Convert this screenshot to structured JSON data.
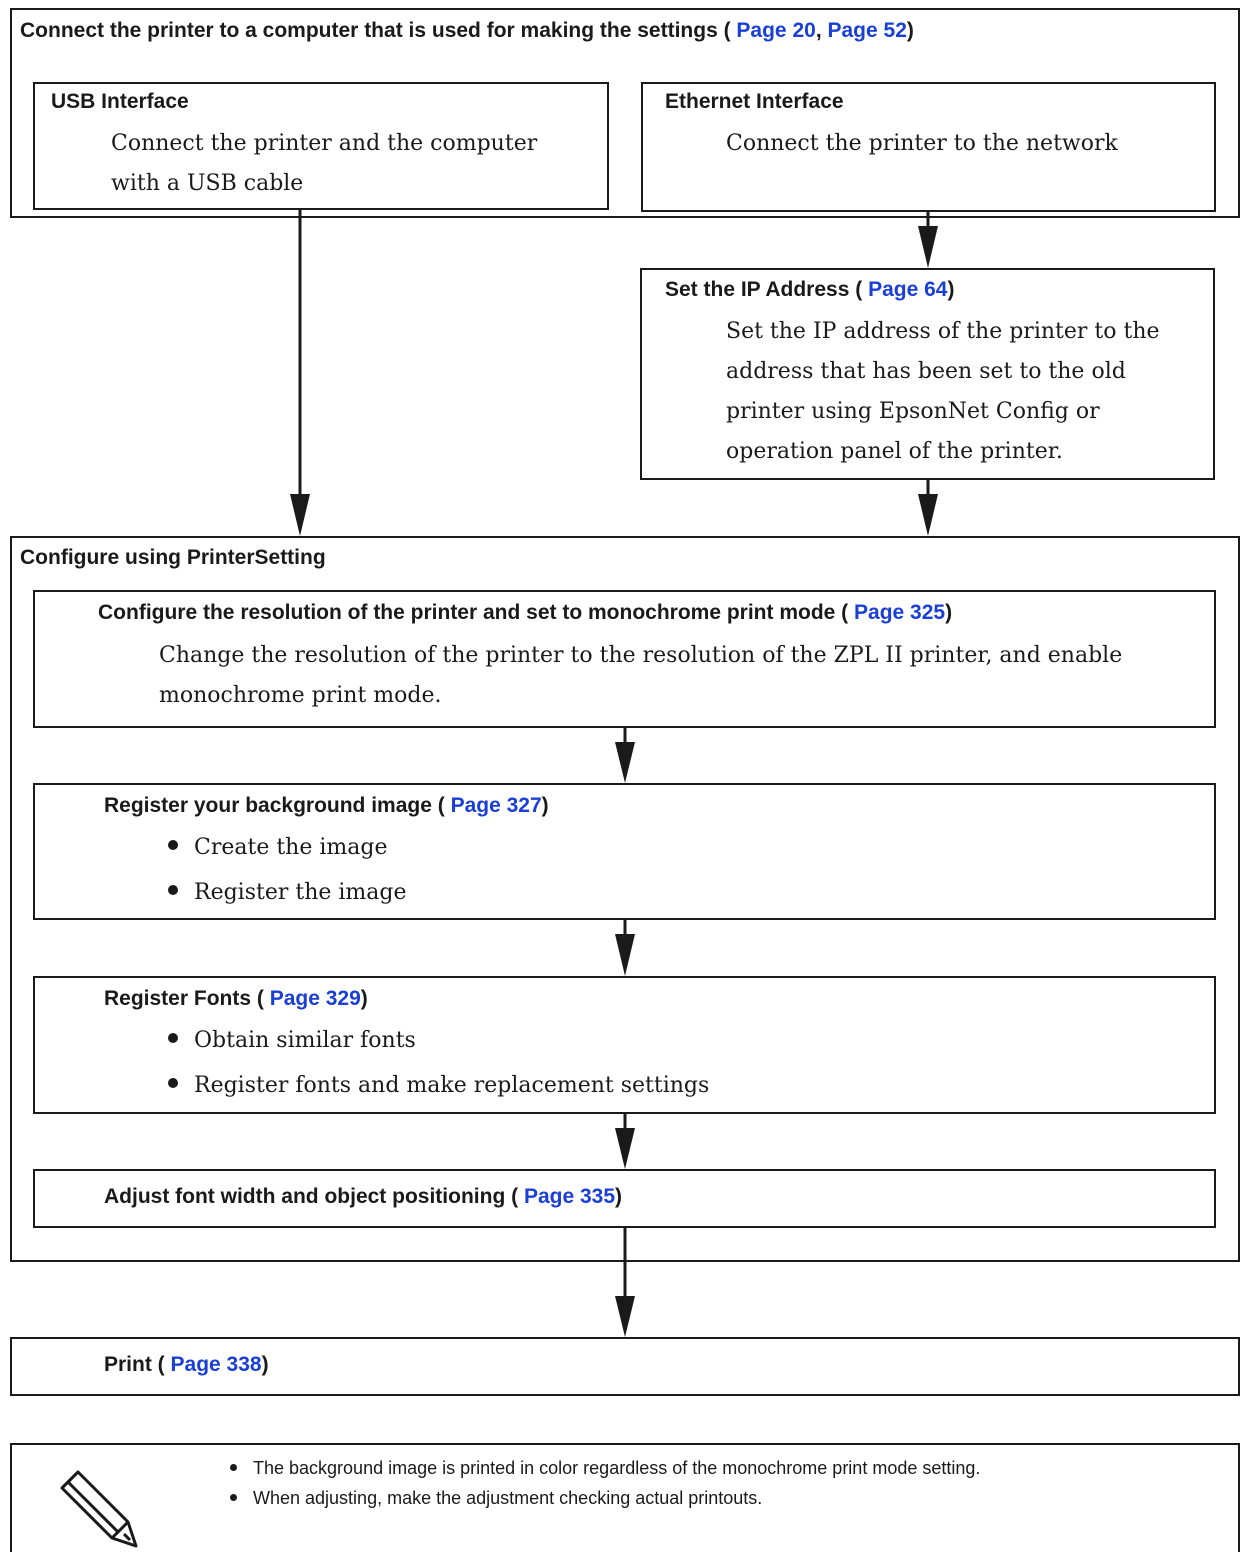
{
  "colors": {
    "link": "#1a3fd6",
    "line": "#1a1a1a"
  },
  "connect": {
    "title": "Connect the printer to a computer that is used for making the settings (",
    "page_a": "Page 20",
    "sep": ",",
    "page_b": "Page 52",
    "close": ")"
  },
  "usb": {
    "title": "USB Interface",
    "text": "Connect the printer and the computer with a USB cable"
  },
  "ethernet": {
    "title": "Ethernet Interface",
    "text": "Connect the printer to the network"
  },
  "ip": {
    "title": "Set the IP Address (",
    "page": "Page 64",
    "close": ")",
    "text": "Set the IP address of the printer to the address that has been set to the old printer using EpsonNet Config or operation panel of the printer."
  },
  "configure": {
    "title": "Configure using PrinterSetting"
  },
  "resolution": {
    "title": "Configure the resolution of the printer and set to monochrome print mode (",
    "page": "Page 325",
    "close": ")",
    "text": "Change the resolution of the printer to the resolution of the ZPL II printer, and enable monochrome print mode."
  },
  "background": {
    "title": "Register your background image (",
    "page": "Page 327",
    "close": ")",
    "items": [
      "Create the image",
      "Register the image"
    ]
  },
  "fonts": {
    "title": "Register Fonts (",
    "page": "Page 329",
    "close": ")",
    "items": [
      "Obtain similar fonts",
      "Register fonts and make replacement settings"
    ]
  },
  "adjust": {
    "title": "Adjust font width and object positioning (",
    "page": "Page 335",
    "close": ")"
  },
  "print": {
    "title": "Print (",
    "page": "Page 338",
    "close": ")"
  },
  "note": {
    "icon": "pencil-icon",
    "items": [
      "The background image is printed in color regardless of the monochrome print mode setting.",
      "When adjusting, make the adjustment checking actual printouts."
    ]
  }
}
